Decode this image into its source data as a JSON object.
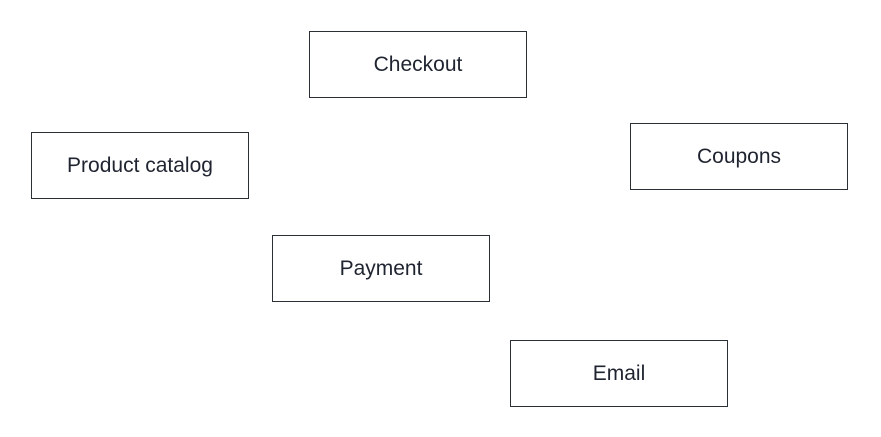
{
  "diagram": {
    "nodes": [
      {
        "id": "checkout",
        "label": "Checkout"
      },
      {
        "id": "product_catalog",
        "label": "Product catalog"
      },
      {
        "id": "coupons",
        "label": "Coupons"
      },
      {
        "id": "payment",
        "label": "Payment"
      },
      {
        "id": "email",
        "label": "Email"
      }
    ]
  },
  "colors": {
    "border": "#2b2f36",
    "text": "#1f2430",
    "background": "#ffffff"
  }
}
